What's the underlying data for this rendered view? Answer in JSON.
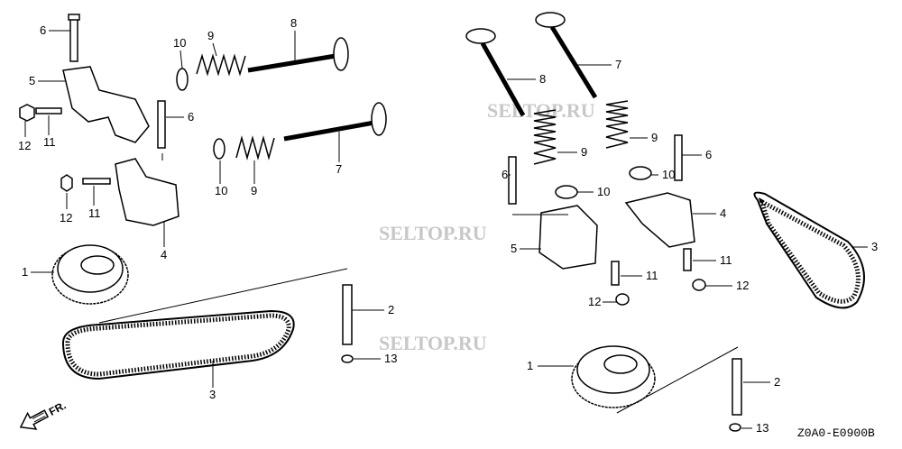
{
  "diagram": {
    "callouts_left": [
      "6",
      "10",
      "9",
      "8",
      "5",
      "12",
      "11",
      "6",
      "10",
      "9",
      "7",
      "12",
      "11",
      "4",
      "1",
      "2",
      "13",
      "3"
    ],
    "callouts_right": [
      "8",
      "7",
      "9",
      "9",
      "6",
      "10",
      "10",
      "6",
      "4",
      "5",
      "11",
      "11",
      "12",
      "12",
      "3",
      "1",
      "2",
      "13"
    ],
    "direction_label": "FR.",
    "watermark": "SELTOP.RU",
    "diagram_code": "Z0A0-E0900B"
  }
}
